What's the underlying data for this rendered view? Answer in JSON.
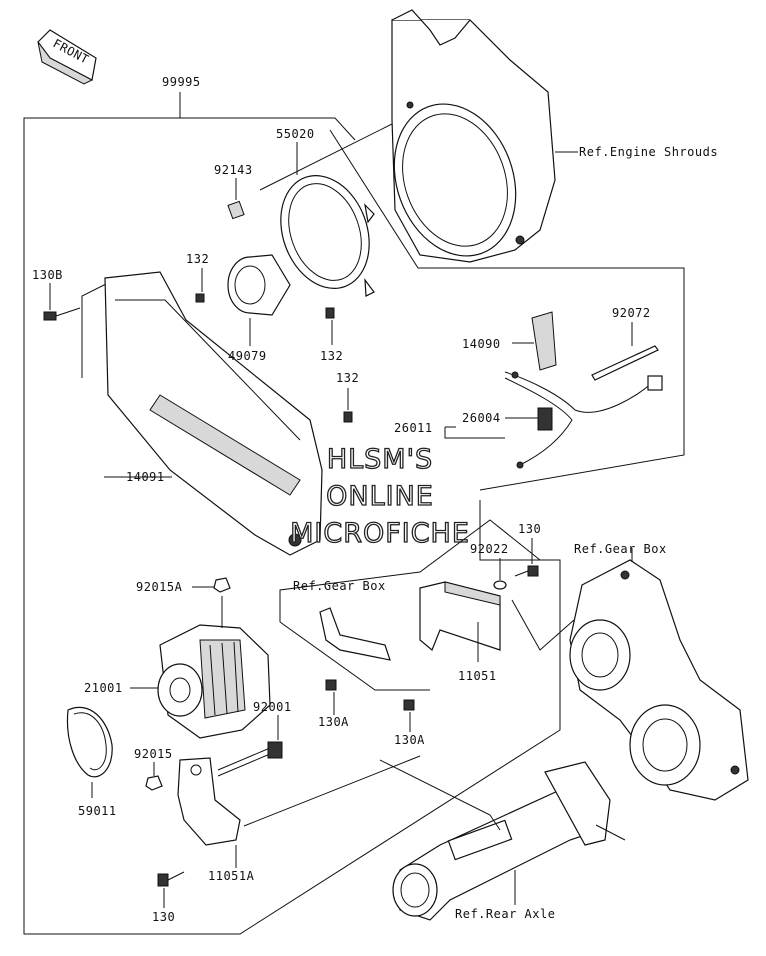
{
  "labels": {
    "l99995": "99995",
    "l55020": "55020",
    "l92143": "92143",
    "l130B": "130B",
    "l132a": "132",
    "l132b": "132",
    "l132c": "132",
    "l49079": "49079",
    "l14090": "14090",
    "l92072": "92072",
    "l26011": "26011",
    "l26004": "26004",
    "l14091": "14091",
    "l130a": "130",
    "l92022": "92022",
    "lRefGearBox1": "Ref.Gear Box",
    "lRefGearBox2": "Ref.Gear Box",
    "l92015A": "92015A",
    "l21001": "21001",
    "l92001": "92001",
    "l11051": "11051",
    "l130A1": "130A",
    "l130A2": "130A",
    "l92015": "92015",
    "l59011": "59011",
    "l11051A": "11051A",
    "l130b": "130",
    "lRefEngineShrouds": "Ref.Engine Shrouds",
    "lRefRearAxle": "Ref.Rear Axle"
  },
  "front_tag": "FRONT",
  "watermark": {
    "line1": "HLSM'S",
    "line2": "ONLINE",
    "line3": "MICROFICHE"
  }
}
